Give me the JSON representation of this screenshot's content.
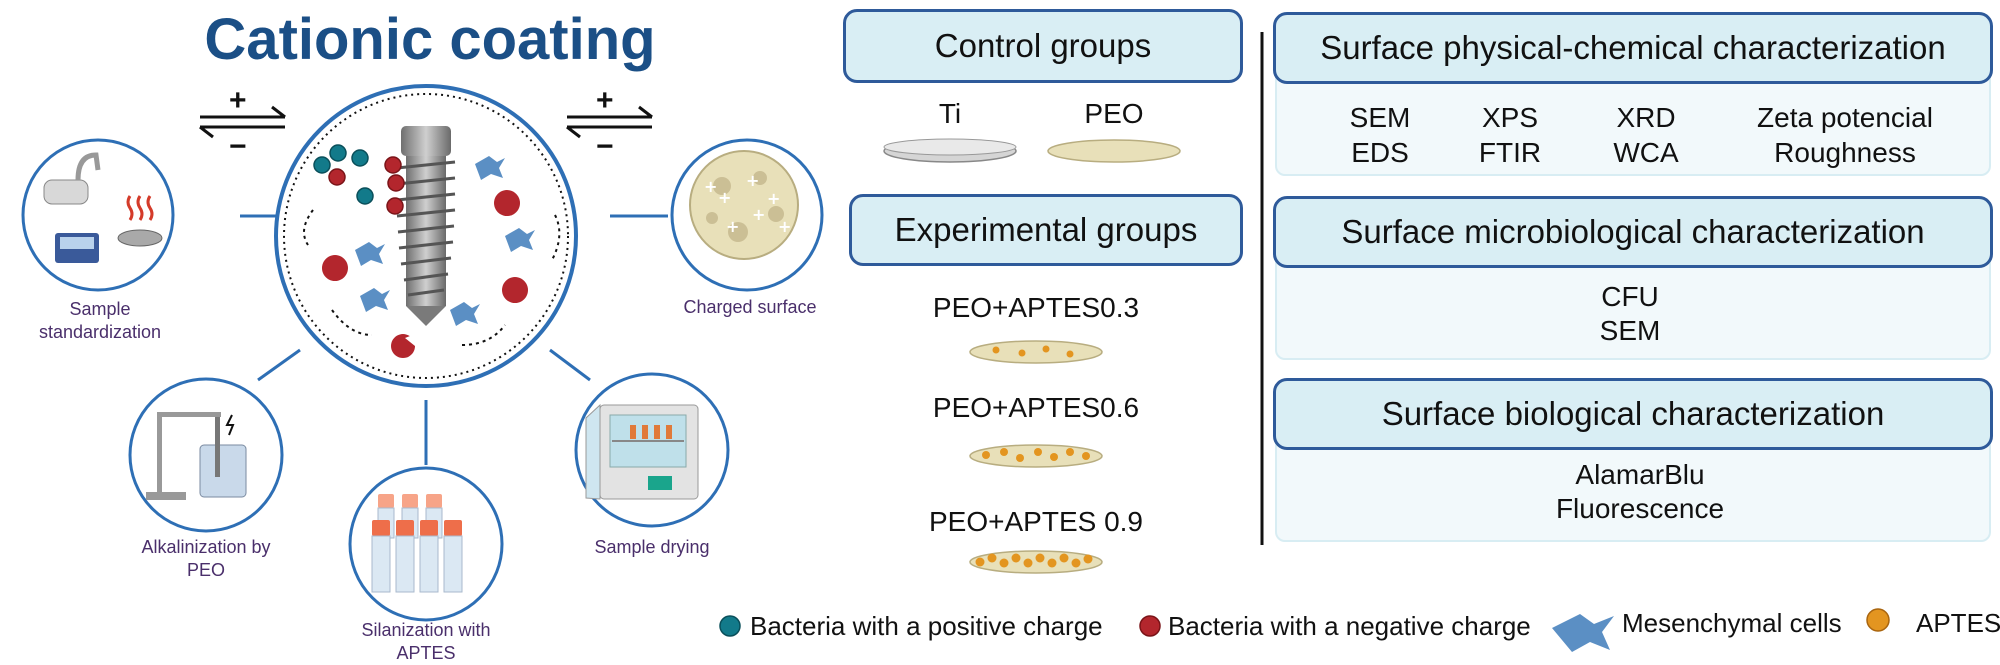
{
  "title": "Cationic coating",
  "process": {
    "standardization": "Sample standardization",
    "alkalinization": "Alkalinization by PEO",
    "silanization": "Silanization with APTES",
    "drying": "Sample drying",
    "charged": "Charged surface",
    "plus": "+",
    "minus": "−"
  },
  "control": {
    "header": "Control groups",
    "items": [
      "Ti",
      "PEO"
    ]
  },
  "experimental": {
    "header": "Experimental groups",
    "items": [
      "PEO+APTES0.3",
      "PEO+APTES0.6",
      "PEO+APTES 0.9"
    ]
  },
  "characterization": {
    "physical": {
      "header": "Surface physical-chemical characterization",
      "rows": [
        [
          "SEM",
          "XPS",
          "XRD",
          "Zeta potencial"
        ],
        [
          "EDS",
          "FTIR",
          "WCA",
          "Roughness"
        ]
      ]
    },
    "microbiological": {
      "header": "Surface microbiological  characterization",
      "rows": [
        "CFU",
        "SEM"
      ]
    },
    "biological": {
      "header": "Surface biological  characterization",
      "rows": [
        "AlamarBlu",
        "Fluorescence"
      ]
    }
  },
  "legend": {
    "positive": "Bacteria with a positive charge",
    "negative": "Bacteria with a negative charge",
    "mesenchymal": "Mesenchymal cells",
    "aptes": "APTES"
  },
  "colors": {
    "title": "#1b4f86",
    "circle_stroke": "#2e6fb5",
    "header_fill": "#d9eef4",
    "positive_bacteria": "#127a8a",
    "negative_bacteria": "#b3262d",
    "mesenchymal": "#5b8fc4",
    "aptes": "#e39520"
  }
}
